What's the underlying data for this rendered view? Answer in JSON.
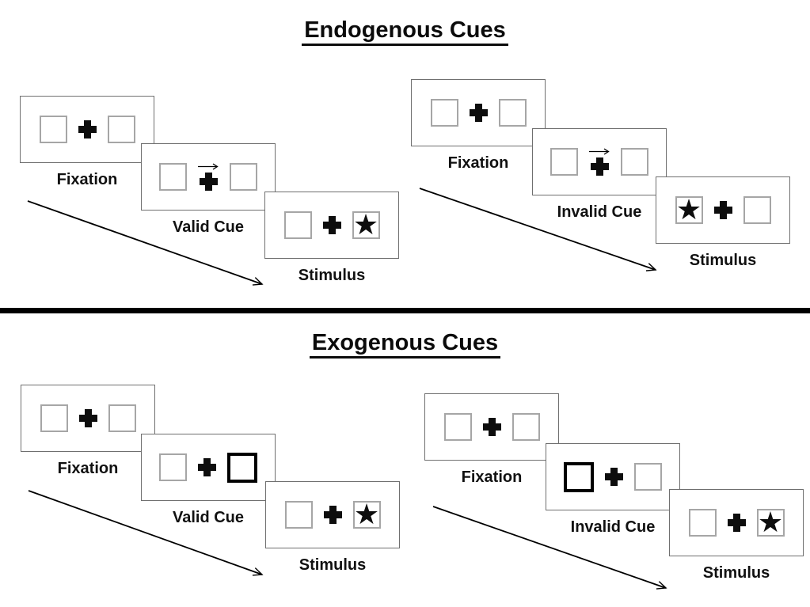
{
  "symbols": {
    "star": "★"
  },
  "colors": {
    "ink": "#000000",
    "panel_border": "#6F6F6F",
    "box_border": "#A6A6A6",
    "background": "#FFFFFF"
  },
  "sections": [
    {
      "title": "Endogenous Cues",
      "cue_style": "central arrow above fixation cross",
      "sequences": [
        {
          "validity": "valid",
          "panels": [
            {
              "label": "Fixation",
              "left_box": "empty",
              "right_box": "empty"
            },
            {
              "label": "Valid Cue",
              "left_box": "empty",
              "right_box": "empty",
              "cue": "right-arrow"
            },
            {
              "label": "Stimulus",
              "left_box": "empty",
              "right_box": "star"
            }
          ]
        },
        {
          "validity": "invalid",
          "panels": [
            {
              "label": "Fixation",
              "left_box": "empty",
              "right_box": "empty"
            },
            {
              "label": "Invalid Cue",
              "left_box": "empty",
              "right_box": "empty",
              "cue": "right-arrow"
            },
            {
              "label": "Stimulus",
              "left_box": "star",
              "right_box": "empty"
            }
          ]
        }
      ]
    },
    {
      "title": "Exogenous Cues",
      "cue_style": "peripheral thick-border box",
      "sequences": [
        {
          "validity": "valid",
          "panels": [
            {
              "label": "Fixation",
              "left_box": "empty",
              "right_box": "empty"
            },
            {
              "label": "Valid Cue",
              "left_box": "empty",
              "right_box": "thick-box"
            },
            {
              "label": "Stimulus",
              "left_box": "empty",
              "right_box": "star"
            }
          ]
        },
        {
          "validity": "invalid",
          "panels": [
            {
              "label": "Fixation",
              "left_box": "empty",
              "right_box": "empty"
            },
            {
              "label": "Invalid Cue",
              "left_box": "thick-box",
              "right_box": "empty"
            },
            {
              "label": "Stimulus",
              "left_box": "empty",
              "right_box": "star"
            }
          ]
        }
      ]
    }
  ]
}
